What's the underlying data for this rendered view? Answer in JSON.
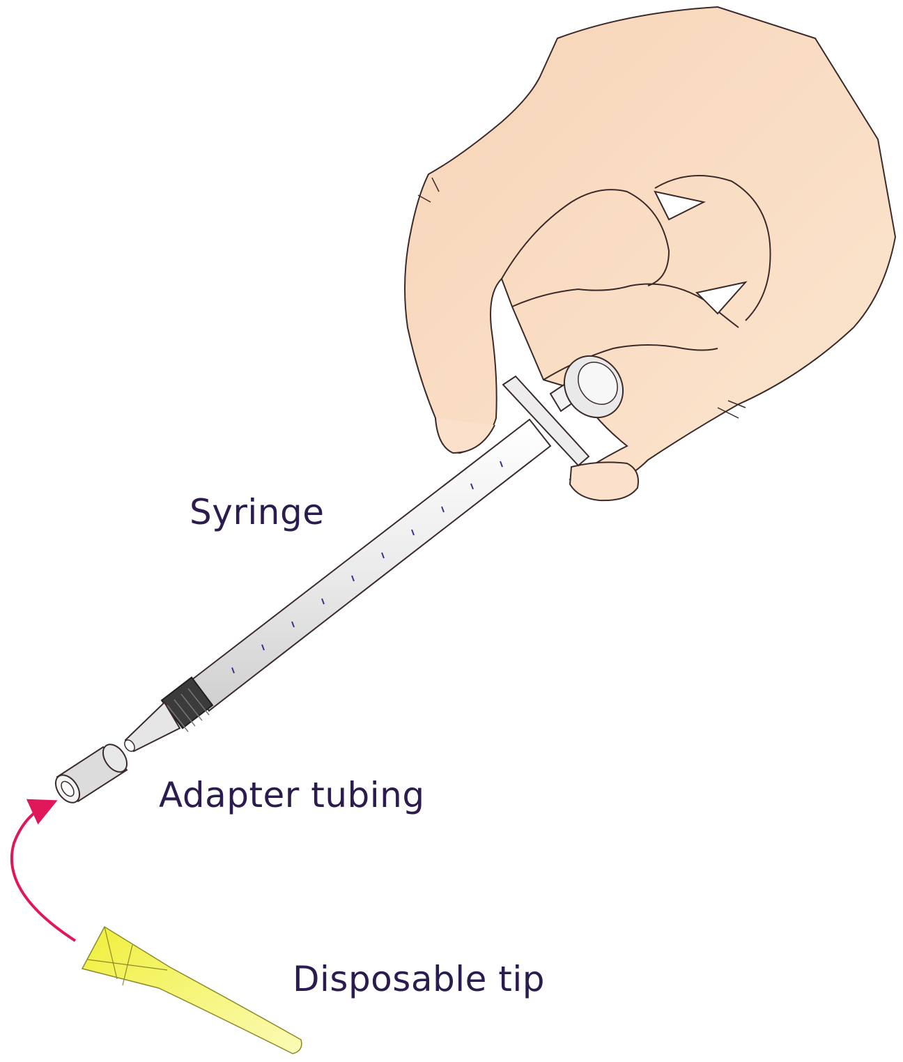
{
  "labels": {
    "syringe": "Syringe",
    "adapter": "Adapter tubing",
    "tip": "Disposable tip"
  },
  "colors": {
    "skin": "#f8d8bf",
    "skin_light": "#fbe3cc",
    "outline": "#3a2a2a",
    "label_text": "#2b1b4e",
    "arrow": "#e0185a",
    "tip_yellow": "#f2f25a",
    "barrel": "#f1f1f1",
    "graduation": "#3a2f8a",
    "collar": "#3b3b3b",
    "adapter": "#dcdcdc"
  }
}
